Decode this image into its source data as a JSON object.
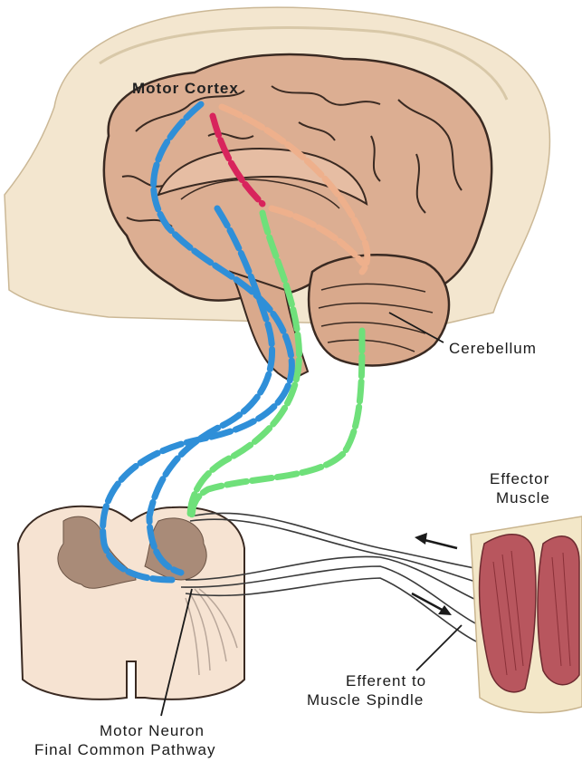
{
  "labels": {
    "motor_cortex": "Motor Cortex",
    "cerebellum": "Cerebellum",
    "effector_line1": "Effector",
    "effector_line2": "Muscle",
    "efferent_line1": "Efferent to",
    "efferent_line2": "Muscle Spindle",
    "motor_neuron_line1": "Motor Neuron",
    "motor_neuron_line2": "Final Common Pathway"
  },
  "colors": {
    "background": "#ffffff",
    "head_skin": "#f3e6cf",
    "brain": "#dcae92",
    "brain_outline": "#3a2a22",
    "cerebellum": "#d9a98c",
    "spinal_cord": "#f6e3d2",
    "gray_matter": "#a98b78",
    "pathway_blue": "#2f8fd8",
    "pathway_green": "#6fe07a",
    "pathway_red": "#d8245c",
    "pathway_orange": "#eeb08c",
    "muscle": "#b8565e",
    "tendon": "#f3e7c8"
  },
  "icons": {
    "arrow_in": "arrow-left-icon",
    "arrow_out": "arrow-down-right-icon"
  }
}
